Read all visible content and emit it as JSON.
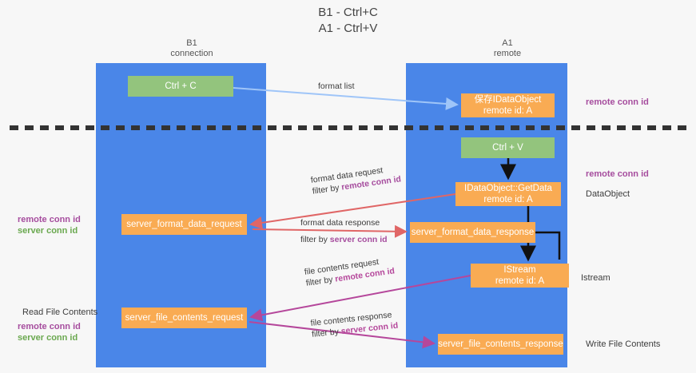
{
  "title": {
    "line1": "B1 - Ctrl+C",
    "line2": "A1 - Ctrl+V"
  },
  "columns": {
    "left": {
      "name": "B1",
      "role": "connection"
    },
    "right": {
      "name": "A1",
      "role": "remote"
    }
  },
  "colors": {
    "lane": "#4a86e8",
    "green_node": "#93c47d",
    "orange_node": "#f9ab53",
    "remote_conn_id": "#a64d9e",
    "server_conn_id": "#6aa84f",
    "arrow_blue": "#9fc5f8",
    "arrow_red": "#e06666",
    "arrow_magenta": "#b5479b",
    "arrow_black": "#000000",
    "separator": "#333333"
  },
  "nodes": {
    "ctrl_c": {
      "line1": "Ctrl + C"
    },
    "dataobject_save": {
      "line1": "保存IDataObject",
      "line2": "remote id: A"
    },
    "ctrl_v": {
      "line1": "Ctrl + V"
    },
    "getdata": {
      "line1": "IDataObject::GetData",
      "line2": "remote id: A"
    },
    "server_format_data_request": {
      "line1": "server_format_data_request"
    },
    "server_format_data_response": {
      "line1": "server_format_data_response"
    },
    "istream": {
      "line1": "IStream",
      "line2": "remote id: A"
    },
    "server_file_contents_request": {
      "line1": "server_file_contents_request"
    },
    "server_file_contents_response": {
      "line1": "server_file_contents_response"
    }
  },
  "arrow_labels": {
    "format_list": "format list",
    "format_data_request": {
      "text": "format data request",
      "filter_prefix": "filter by ",
      "filter_key": "remote conn id"
    },
    "format_data_response": {
      "text": "format data response",
      "filter_prefix": "filter by ",
      "filter_key": "server conn id"
    },
    "file_contents_request": {
      "text": "file contents request",
      "filter_prefix": "filter by ",
      "filter_key": "remote conn id"
    },
    "file_contents_response": {
      "text": "file contents response",
      "filter_prefix": "filter by ",
      "filter_key": "server conn id"
    }
  },
  "side_labels": {
    "right_remote_conn_id_top": "remote conn id",
    "right_remote_conn_id_mid": "remote conn id",
    "right_dataobject": "DataObject",
    "right_istream": "Istream",
    "right_write_file_contents": "Write File Contents",
    "left_remote_conn_id_mid": "remote conn id",
    "left_server_conn_id_mid": "server conn id",
    "left_read_file_contents": "Read File Contents",
    "left_remote_conn_id_bot": "remote conn id",
    "left_server_conn_id_bot": "server conn id"
  }
}
